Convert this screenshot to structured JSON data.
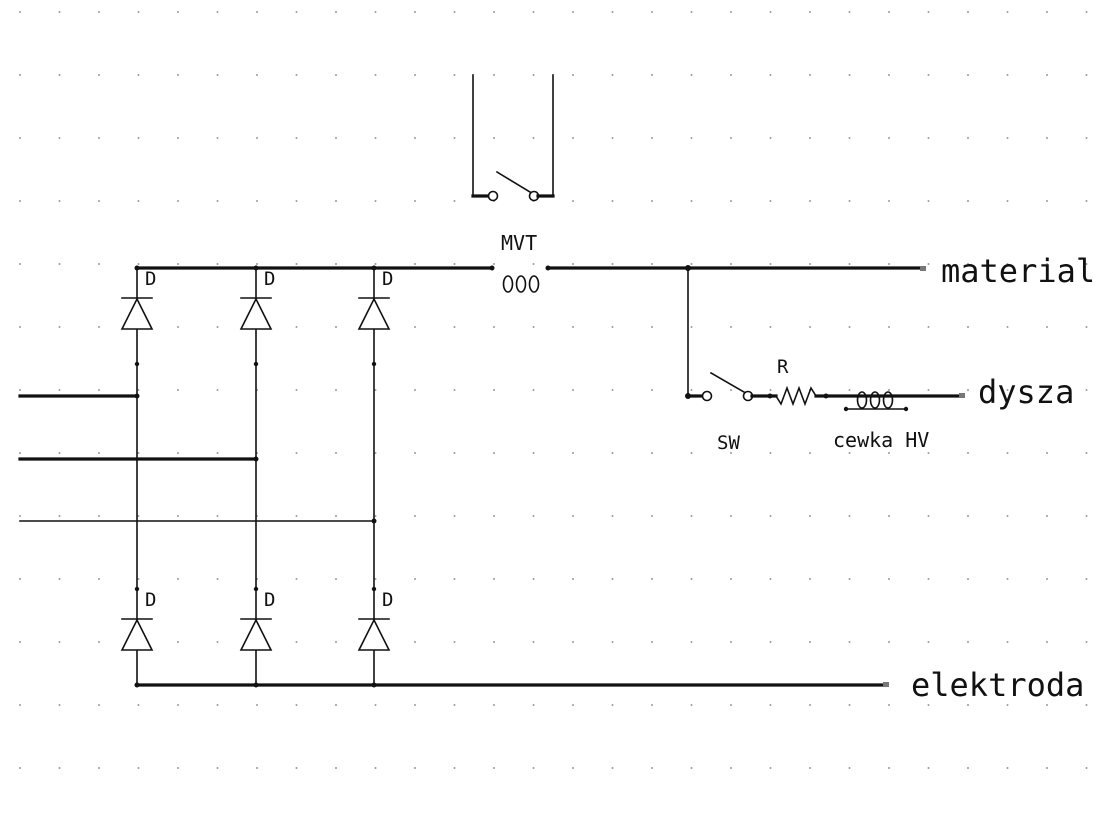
{
  "labels": {
    "mvt": "MVT",
    "material": "material",
    "dysza": "dysza",
    "elektroda": "elektroda",
    "sw": "SW",
    "r": "R",
    "cewka_hv": "cewka HV"
  },
  "diodes": {
    "top": [
      "D",
      "D",
      "D"
    ],
    "bottom": [
      "D",
      "D",
      "D"
    ]
  },
  "colors": {
    "background": "#ffffff",
    "ink": "#111111",
    "grid": "#9a9a9a"
  }
}
